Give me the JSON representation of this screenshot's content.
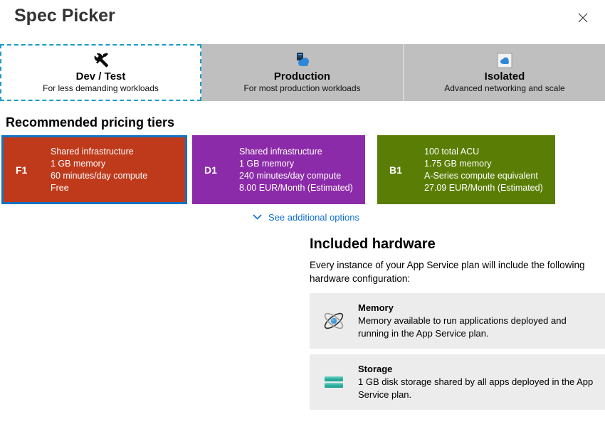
{
  "header": {
    "title": "Spec Picker"
  },
  "tabs": [
    {
      "title": "Dev / Test",
      "subtitle": "For less demanding workloads",
      "selected": true,
      "icon": "wrench-screwdriver-icon"
    },
    {
      "title": "Production",
      "subtitle": "For most production workloads",
      "selected": false,
      "icon": "cloud-server-icon"
    },
    {
      "title": "Isolated",
      "subtitle": "Advanced networking and scale",
      "selected": false,
      "icon": "cloud-box-icon"
    }
  ],
  "pricing": {
    "heading": "Recommended pricing tiers",
    "tiers": [
      {
        "code": "F1",
        "color": "#bf3a1b",
        "selected": true,
        "lines": [
          "Shared infrastructure",
          "1 GB memory",
          "60 minutes/day compute",
          "Free"
        ]
      },
      {
        "code": "D1",
        "color": "#8c2ba9",
        "selected": false,
        "lines": [
          "Shared infrastructure",
          "1 GB memory",
          "240 minutes/day compute",
          "8.00 EUR/Month (Estimated)"
        ]
      },
      {
        "code": "B1",
        "color": "#5a7e05",
        "selected": false,
        "lines": [
          "100 total ACU",
          "1.75 GB memory",
          "A-Series compute equivalent",
          "27.09 EUR/Month (Estimated)"
        ]
      }
    ],
    "see_more_label": "See additional options"
  },
  "hardware": {
    "heading": "Included hardware",
    "description": "Every instance of your App Service plan will include the following hardware configuration:",
    "items": [
      {
        "title": "Memory",
        "description": "Memory available to run applications deployed and running in the App Service plan.",
        "icon": "memory-atom-icon"
      },
      {
        "title": "Storage",
        "description": "1 GB disk storage shared by all apps deployed in the App Service plan.",
        "icon": "storage-disks-icon"
      }
    ]
  },
  "colors": {
    "selected_card_border": "#1373c4",
    "selected_tab_dashed_border": "#1b9cc9",
    "tab_gray": "#bfbfbf",
    "link_blue": "#0f6fd0",
    "hardware_row_gray": "#ececec",
    "storage_teal": "#2fb3a3",
    "cloud_blue": "#2e87d8",
    "title_gray": "#333333"
  }
}
